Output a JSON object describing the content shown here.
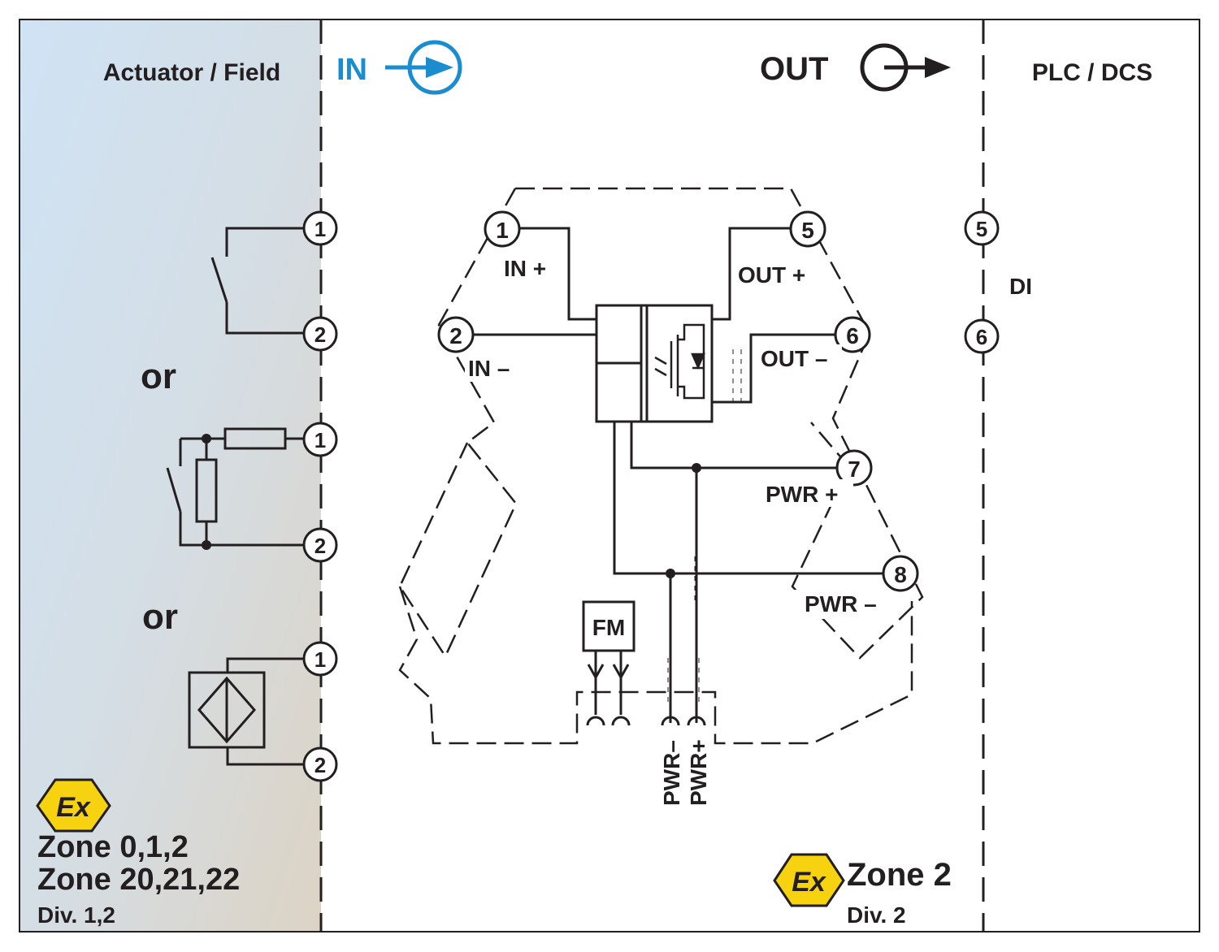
{
  "headers": {
    "field": "Actuator / Field",
    "in": "IN",
    "out": "OUT",
    "plc": "PLC / DCS"
  },
  "field": {
    "or_1": "or",
    "or_2": "or",
    "term_1": "1",
    "term_2": "2"
  },
  "module": {
    "t1": "1",
    "t2": "2",
    "t5": "5",
    "t6": "6",
    "t7": "7",
    "t8": "8",
    "in_plus": "IN +",
    "in_minus": "IN –",
    "out_plus": "OUT +",
    "out_minus": "OUT –",
    "pwr_plus": "PWR +",
    "pwr_minus": "PWR –",
    "fm": "FM",
    "bus_pwr_minus": "PWR–",
    "bus_pwr_plus": "PWR+"
  },
  "plc": {
    "t5": "5",
    "t6": "6",
    "di": "DI"
  },
  "zones": {
    "ex_symbol": "Ex",
    "hazard_zone_1": "Zone 0,1,2",
    "hazard_zone_2": "Zone 20,21,22",
    "hazard_div": "Div. 1,2",
    "safe_zone": "Zone 2",
    "safe_div": "Div. 2"
  },
  "colors": {
    "in_accent": "#1a8ccf",
    "ex_yellow": "#f6d210",
    "line": "#231f20"
  }
}
